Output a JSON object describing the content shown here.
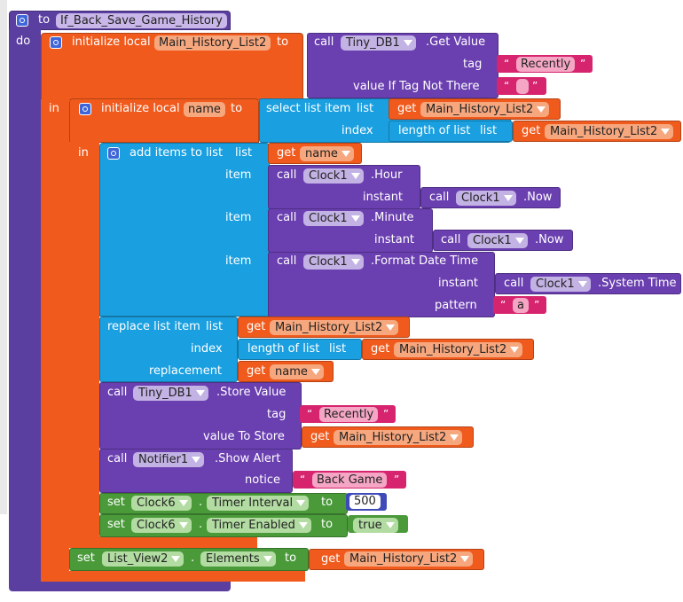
{
  "procedure": {
    "keyword": "to",
    "name": "If_Back_Save_Game_History",
    "do_label": "do"
  },
  "init_history": {
    "prefix": "initialize local",
    "var": "Main_History_List2",
    "to": "to"
  },
  "getvalue": {
    "call": "call",
    "component": "Tiny_DB1",
    "method": ".Get Value",
    "tag_label": "tag",
    "tag_value": "Recently",
    "default_label": "value If Tag Not There",
    "default_value": ""
  },
  "in1": "in",
  "init_name": {
    "prefix": "initialize local",
    "var": "name",
    "to": "to"
  },
  "select": {
    "label": "select list item",
    "list_label": "list",
    "get": "get",
    "list_var": "Main_History_List2",
    "index_label": "index",
    "length_label": "length of list",
    "length_list_label": "list",
    "length_get": "get",
    "length_var": "Main_History_List2"
  },
  "in2": "in",
  "additems": {
    "label": "add items to list",
    "list_label": "list",
    "get": "get",
    "list_var": "name",
    "item_label": "item"
  },
  "hour": {
    "call": "call",
    "component": "Clock1",
    "method": ".Hour",
    "instant_label": "instant",
    "now_call": "call",
    "now_component": "Clock1",
    "now_method": ".Now"
  },
  "minute": {
    "call": "call",
    "component": "Clock1",
    "method": ".Minute",
    "instant_label": "instant",
    "now_call": "call",
    "now_component": "Clock1",
    "now_method": ".Now"
  },
  "format": {
    "call": "call",
    "component": "Clock1",
    "method": ".Format Date Time",
    "instant_label": "instant",
    "sys_call": "call",
    "sys_component": "Clock1",
    "sys_method": ".System Time",
    "pattern_label": "pattern",
    "pattern_value": "a"
  },
  "replace": {
    "label": "replace list item",
    "list_label": "list",
    "get": "get",
    "list_var": "Main_History_List2",
    "index_label": "index",
    "length_label": "length of list",
    "length_list_label": "list",
    "length_get": "get",
    "length_var": "Main_History_List2",
    "replacement_label": "replacement",
    "repl_get": "get",
    "repl_var": "name"
  },
  "store": {
    "call": "call",
    "component": "Tiny_DB1",
    "method": ".Store Value",
    "tag_label": "tag",
    "tag_value": "Recently",
    "value_label": "value To Store",
    "get": "get",
    "value_var": "Main_History_List2"
  },
  "alert": {
    "call": "call",
    "component": "Notifier1",
    "method": ".Show Alert",
    "notice_label": "notice",
    "notice_value": "Back Game"
  },
  "timer_interval": {
    "set": "set",
    "component": "Clock6",
    "dot": ".",
    "property": "Timer Interval",
    "to": "to",
    "value": "500"
  },
  "timer_enabled": {
    "set": "set",
    "component": "Clock6",
    "dot": ".",
    "property": "Timer Enabled",
    "to": "to",
    "value": "true"
  },
  "elements": {
    "set": "set",
    "component": "List_View2",
    "dot": ".",
    "property": "Elements",
    "to": "to",
    "get": "get",
    "var": "Main_History_List2"
  },
  "quote": "“",
  "quote_close": "”"
}
